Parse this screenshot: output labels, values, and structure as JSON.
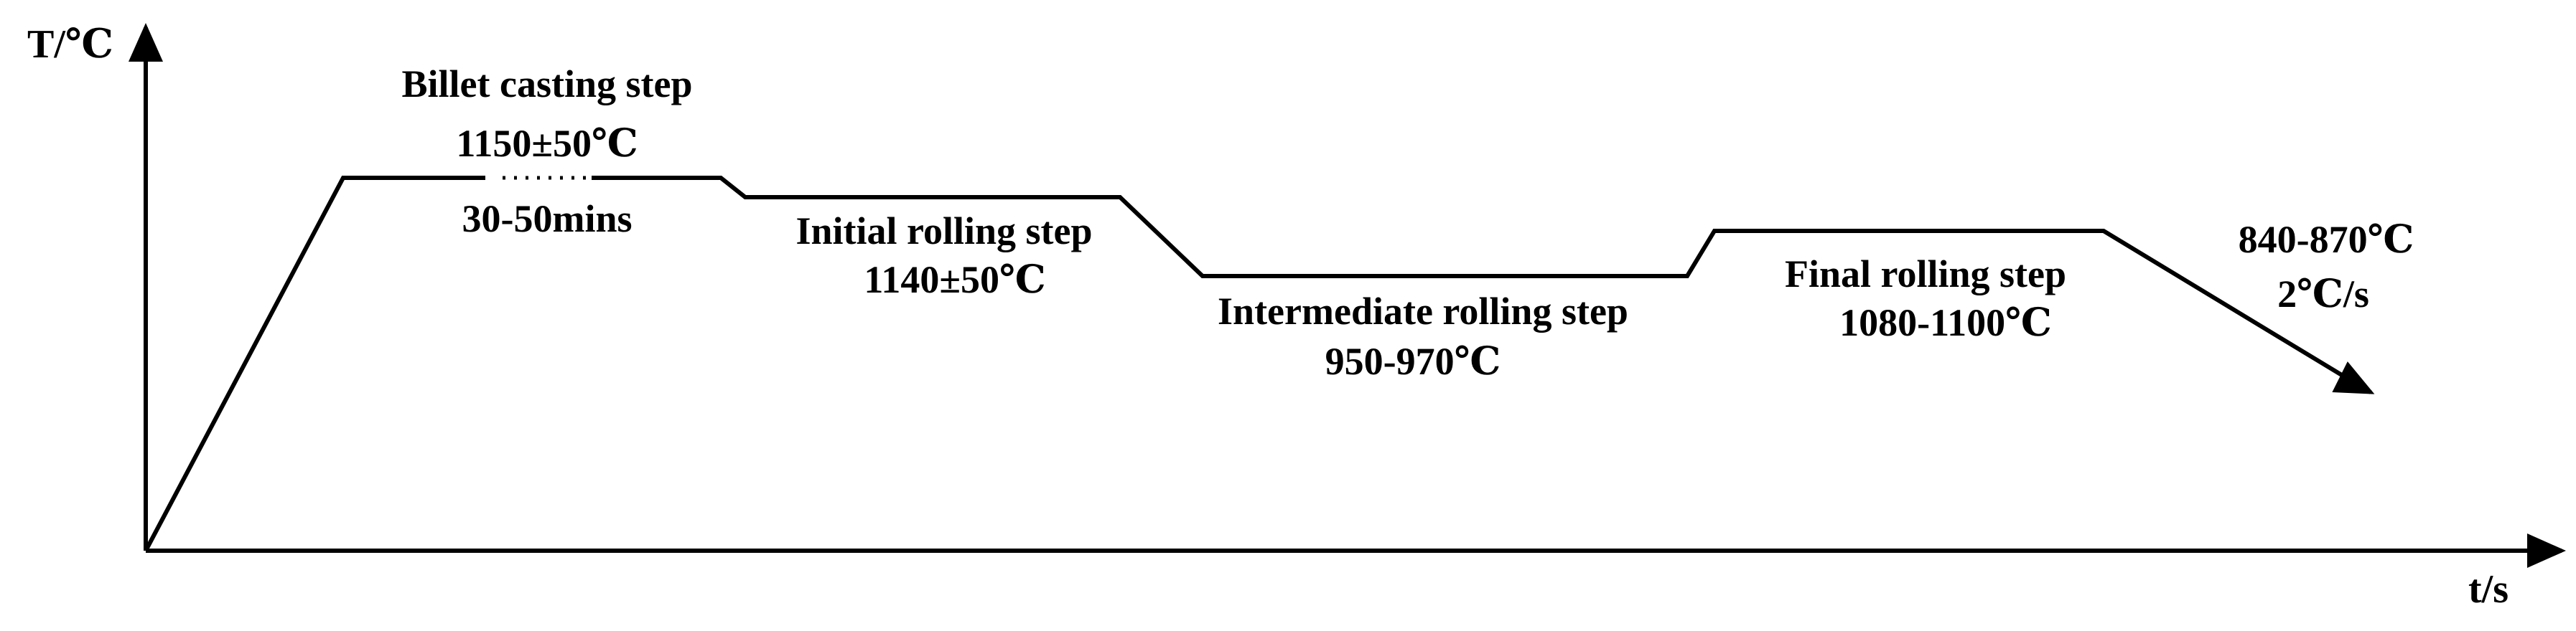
{
  "axes": {
    "y_label": "T/℃",
    "x_label": "t/s"
  },
  "steps": {
    "billet_casting": {
      "title": "Billet casting step",
      "temperature": "1150±50℃",
      "duration": "30-50mins"
    },
    "initial_rolling": {
      "title": "Initial rolling step",
      "temperature": "1140±50℃"
    },
    "intermediate_rolling": {
      "title": "Intermediate rolling step",
      "temperature": "950-970℃"
    },
    "final_rolling": {
      "title": "Final rolling step",
      "temperature": "1080-1100℃"
    },
    "cooling": {
      "temperature": "840-870℃",
      "rate": "2℃/s"
    }
  },
  "colors": {
    "line": "#000000",
    "background": "#ffffff"
  }
}
